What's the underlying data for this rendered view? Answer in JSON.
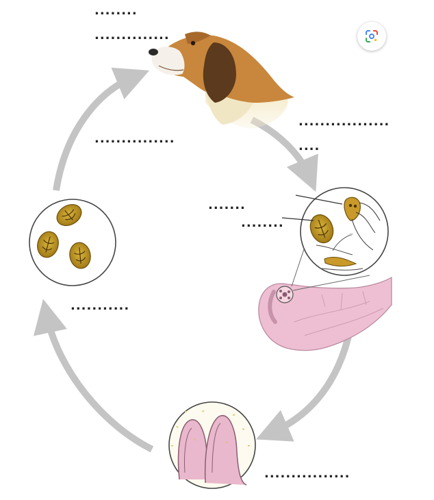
{
  "diagram": {
    "blanks": [
      {
        "id": "top-1",
        "text": "........"
      },
      {
        "id": "top-2",
        "text": ".............."
      },
      {
        "id": "upper-left",
        "text": "..............."
      },
      {
        "id": "right-1",
        "text": "................."
      },
      {
        "id": "right-2",
        "text": "...."
      },
      {
        "id": "cyst-label",
        "text": "......."
      },
      {
        "id": "trophozoite-label",
        "text": "........"
      },
      {
        "id": "lower-left",
        "text": "..........."
      },
      {
        "id": "bottom-right",
        "text": "................"
      }
    ]
  },
  "toolbar": {
    "lens_icon": "google-lens-icon"
  },
  "colors": {
    "arrow": "#c4c4c4",
    "cyst": "#b8901e",
    "intestine": "#eebfd2",
    "dog_tan": "#c8873c"
  }
}
